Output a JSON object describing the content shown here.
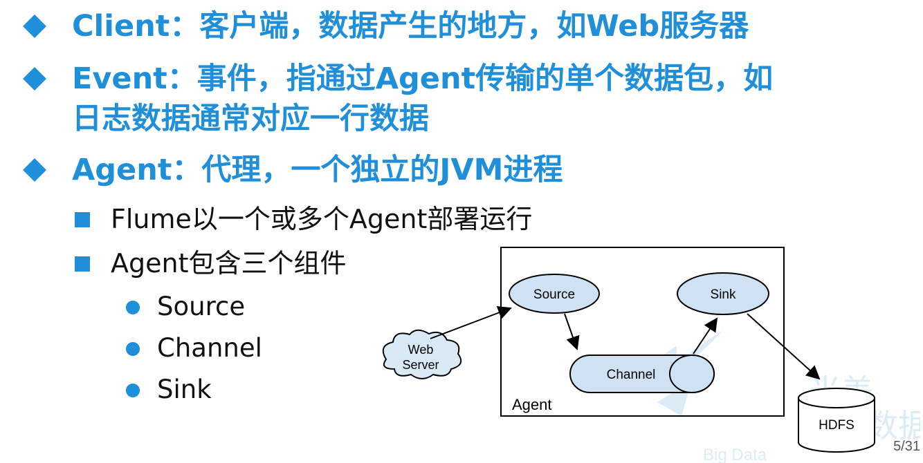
{
  "bullets": {
    "client_line": "Client：客户端，数据产生的地方，如Web服务器",
    "event_line1": "Event：事件，指通过Agent传输的单个数据包，如",
    "event_line2": "日志数据通常对应一行数据",
    "agent_line": "Agent：代理，一个独立的JVM进程"
  },
  "sub_bullets": {
    "flume": "Flume以一个或多个Agent部署运行",
    "components": "Agent包含三个组件"
  },
  "components": [
    "Source",
    "Channel",
    "Sink"
  ],
  "diagram": {
    "web_server_line1": "Web",
    "web_server_line2": "Server",
    "source": "Source",
    "channel": "Channel",
    "sink": "Sink",
    "agent": "Agent",
    "hdfs": "HDFS"
  },
  "watermark": {
    "cn_top": "光美",
    "cn_bottom": "数据",
    "en": "Big Data"
  },
  "page_number": "5/31",
  "colors": {
    "accent": "#1e8fd8",
    "node_fill": "#cfe2f3"
  }
}
